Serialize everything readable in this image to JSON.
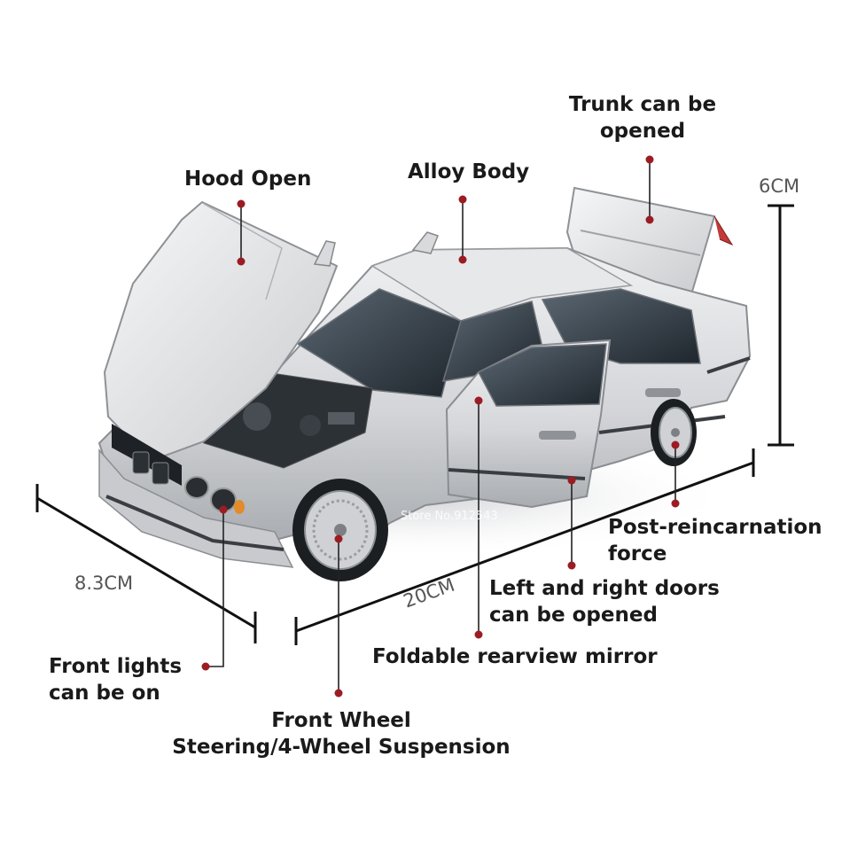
{
  "labels": {
    "trunk": [
      "Trunk can be",
      "opened"
    ],
    "hood": "Hood Open",
    "body": "Alloy Body",
    "rear": [
      "Post-reincarnation",
      "force"
    ],
    "doors": [
      "Left and right doors",
      "can be opened"
    ],
    "mirror": "Foldable rearview mirror",
    "lights": [
      "Front lights",
      "can be on"
    ],
    "wheel": [
      "Front Wheel",
      "Steering/4-Wheel Suspension"
    ]
  },
  "dimensions": {
    "height": "6CM",
    "width": "8.3CM",
    "length": "20CM"
  },
  "watermark": "Store No.912543",
  "colors": {
    "marker": "#9b1c23",
    "text": "#1a1a1a",
    "dimension_text": "#555555",
    "car_body": "#d4d6d9"
  }
}
